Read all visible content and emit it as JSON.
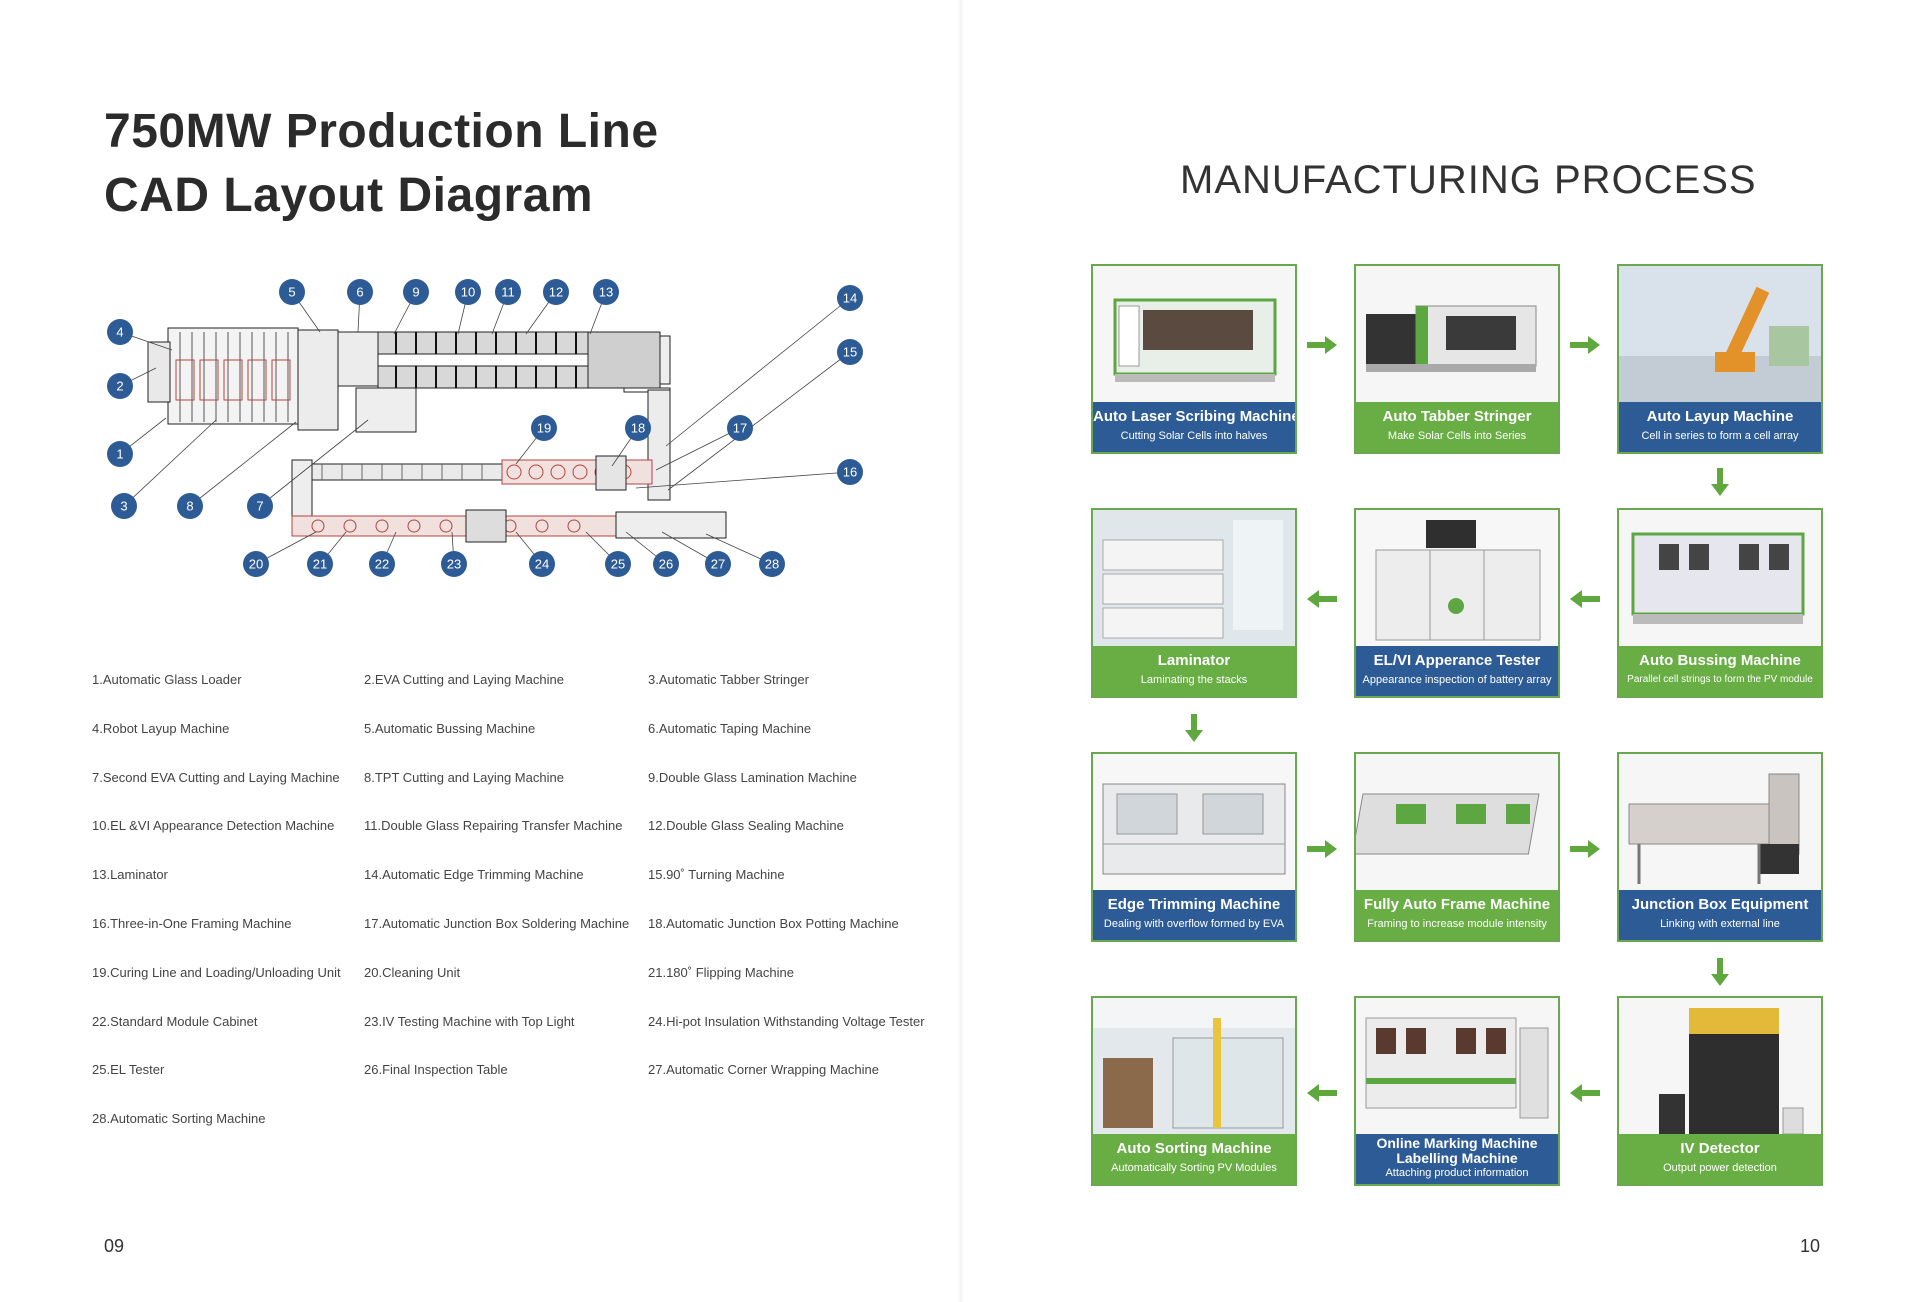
{
  "left_page": {
    "title_line1": "750MW Production Line",
    "title_line2": "CAD Layout Diagram",
    "callouts": [
      "1",
      "2",
      "3",
      "4",
      "5",
      "6",
      "7",
      "8",
      "9",
      "10",
      "11",
      "12",
      "13",
      "14",
      "15",
      "16",
      "17",
      "18",
      "19",
      "20",
      "21",
      "22",
      "23",
      "24",
      "25",
      "26",
      "27",
      "28"
    ],
    "legend": [
      "1.Automatic Glass Loader",
      "2.EVA Cutting and Laying Machine",
      "3.Automatic Tabber Stringer",
      "4.Robot  Layup Machine",
      "5.Automatic Bussing Machine",
      "6.Automatic Taping Machine",
      "7.Second EVA Cutting and Laying Machine",
      "8.TPT Cutting and Laying Machine",
      "9.Double Glass Lamination Machine",
      "10.EL &VI  Appearance Detection Machine",
      "11.Double Glass Repairing Transfer Machine",
      "12.Double Glass Sealing Machine",
      "13.Laminator",
      "14.Automatic Edge Trimming Machine",
      "15.90˚  Turning Machine",
      "16.Three-in-One Framing Machine",
      "17.Automatic Junction Box Soldering Machine",
      "18.Automatic Junction Box Potting Machine",
      "19.Curing Line and Loading/Unloading Unit",
      "20.Cleaning Unit",
      "21.180˚  Flipping Machine",
      "22.Standard Module Cabinet",
      "23.IV Testing Machine with Top Light",
      "24.Hi-pot Insulation Withstanding Voltage Tester",
      "25.EL Tester",
      "26.Final Inspection Table",
      "27.Automatic Corner Wrapping Machine",
      "28.Automatic Sorting Machine"
    ],
    "page_number": "09"
  },
  "right_page": {
    "title": "MANUFACTURING PROCESS",
    "page_number": "10",
    "steps": [
      {
        "title": "Auto Laser Scribing Machine",
        "subtitle": "Cutting Solar Cells into halves",
        "band": "blue"
      },
      {
        "title": "Auto Tabber Stringer",
        "subtitle": "Make Solar Cells into Series",
        "band": "green"
      },
      {
        "title": "Auto Layup Machine",
        "subtitle": "Cell in series to form a cell array",
        "band": "blue"
      },
      {
        "title": "Laminator",
        "subtitle": "Laminating the stacks",
        "band": "green"
      },
      {
        "title": "EL/VI Apperance Tester",
        "subtitle": "Appearance inspection of battery array",
        "band": "blue"
      },
      {
        "title": "Auto Bussing Machine",
        "subtitle": "Parallel cell strings to form the PV module",
        "band": "green"
      },
      {
        "title": "Edge Trimming Machine",
        "subtitle": "Dealing with overflow formed by EVA",
        "band": "blue"
      },
      {
        "title": "Fully Auto Frame Machine",
        "subtitle": "Framing to increase module intensity",
        "band": "green"
      },
      {
        "title": "Junction Box Equipment",
        "subtitle": "Linking with external line",
        "band": "blue"
      },
      {
        "title": "Auto Sorting Machine",
        "subtitle": "Automatically Sorting PV Modules",
        "band": "green"
      },
      {
        "title": "Online Marking Machine",
        "title2": "Labelling Machine",
        "subtitle": "Attaching product information",
        "band": "blue"
      },
      {
        "title": "IV Detector",
        "subtitle": "Output power detection",
        "band": "green"
      }
    ]
  },
  "colors": {
    "blue": "#2d5b95",
    "green": "#69ad45",
    "callout": "#2d5b95",
    "arrow": "#5ea83e"
  }
}
